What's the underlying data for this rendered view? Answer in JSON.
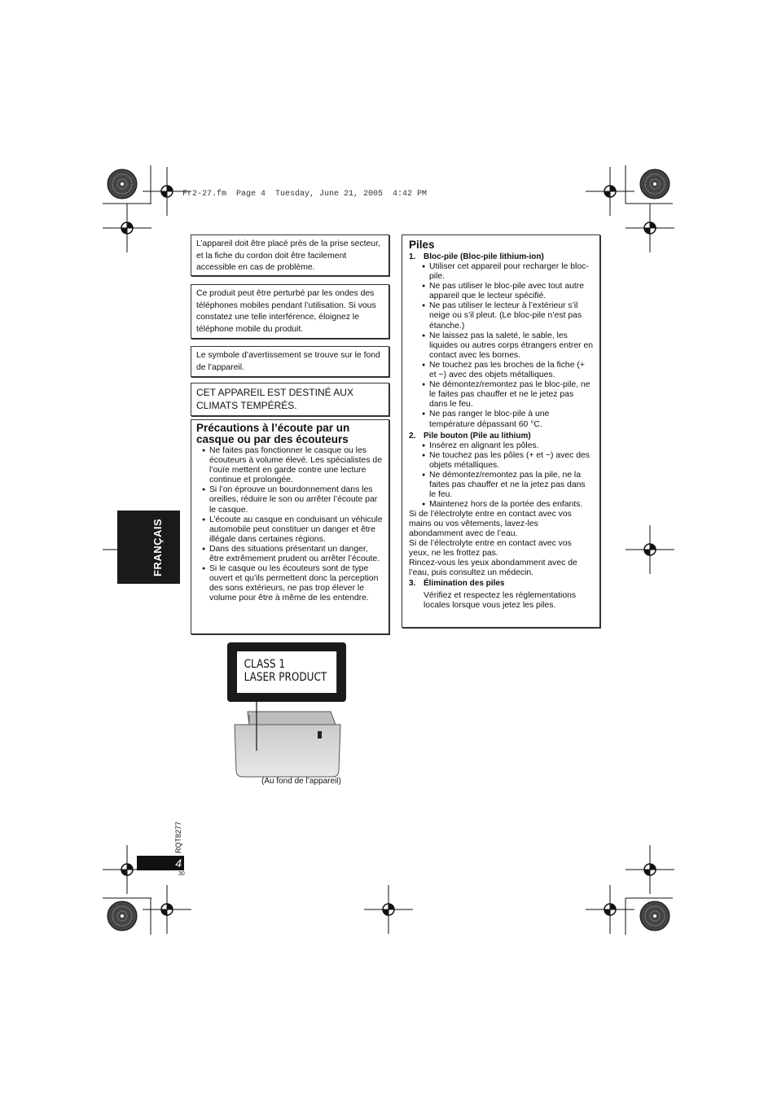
{
  "header": {
    "file_line": "Fr2-27.fm  Page 4  Tuesday, June 21, 2005  4:42 PM"
  },
  "left_column": {
    "box1": "L’appareil doit être placé près de la prise secteur, et la fiche du cordon doit être facilement accessible en cas de problème.",
    "box2": "Ce produit peut être perturbé par les ondes des téléphones mobiles pendant l’utilisation. Si vous constatez une telle interférence, éloignez le téléphone mobile du produit.",
    "box3": "Le symbole d’avertissement se trouve sur le fond de l’appareil.",
    "box4": "CET APPAREIL EST DESTINÉ AUX CLIMATS TEMPÉRÉS.",
    "headphones": {
      "title": "Précautions à l’écoute par un casque ou par des écouteurs",
      "bullets": [
        "Ne faites pas fonctionner le casque ou les écouteurs à volume élevé. Les spécialistes de l’ouïe mettent en garde contre une lecture continue et prolongée.",
        "Si l’on éprouve un bourdonnement dans les oreilles, réduire le son ou arrêter l’écoute par le casque.",
        "L’écoute au casque en conduisant un véhicule automobile peut constituer un danger et être illégale dans certaines régions.",
        "Dans des situations présentant un danger, être extrêmement prudent ou arrêter l’écoute.",
        "Si le casque ou les écouteurs sont de type ouvert et qu’ils permettent donc la perception des sons extérieurs, ne pas trop élever le volume pour être à même de les entendre."
      ]
    }
  },
  "right_column": {
    "title": "Piles",
    "s1_num": "1.",
    "s1_title": "Bloc-pile (Bloc-pile lithium-ion)",
    "s1_bullets": [
      "Utiliser cet appareil pour recharger le bloc-pile.",
      "Ne pas utiliser le bloc-pile avec tout autre appareil que le lecteur spécifié.",
      "Ne pas utiliser le lecteur à l’extérieur s’il neige ou s’il pleut. (Le bloc-pile n’est pas étanche.)",
      "Ne laissez pas la saleté, le sable, les liquides ou autres corps étrangers entrer en contact avec les bornes.",
      "Ne touchez pas les broches de la fiche (+ et −) avec des objets métalliques.",
      "Ne démontez/remontez pas le bloc-pile, ne le faites pas chauffer et ne le jetez pas dans le feu.",
      "Ne pas ranger le bloc-pile à une température dépassant 60 °C."
    ],
    "s2_num": "2.",
    "s2_title": "Pile bouton (Pile au lithium)",
    "s2_bullets": [
      "Insérez en alignant les pôles.",
      "Ne touchez pas les pôles (+ et −) avec des objets métalliques.",
      "Ne démontez/remontez pas la pile, ne la faites pas chauffer et ne la jetez pas dans le feu.",
      "Maintenez hors de la portée des enfants."
    ],
    "p1": "Si de l’électrolyte entre en contact avec vos mains ou vos vêtements, lavez-les abondamment avec de l’eau.",
    "p2": "Si de l’électrolyte entre en contact avec vos yeux, ne les frottez pas.",
    "p3": "Rincez-vous les yeux abondamment avec de l’eau, puis consultez un médecin.",
    "s3_num": "3.",
    "s3_title": "Élimination des piles",
    "s3_text": "Vérifiez et respectez les réglementations locales lorsque vous jetez les piles."
  },
  "side_tab": "FRANÇAIS",
  "laser_label": {
    "line1": "CLASS 1",
    "line2": "LASER PRODUCT"
  },
  "caption": "(Au fond de l’appareil)",
  "footer": {
    "code": "RQT8277",
    "page": "4",
    "small": "30"
  }
}
